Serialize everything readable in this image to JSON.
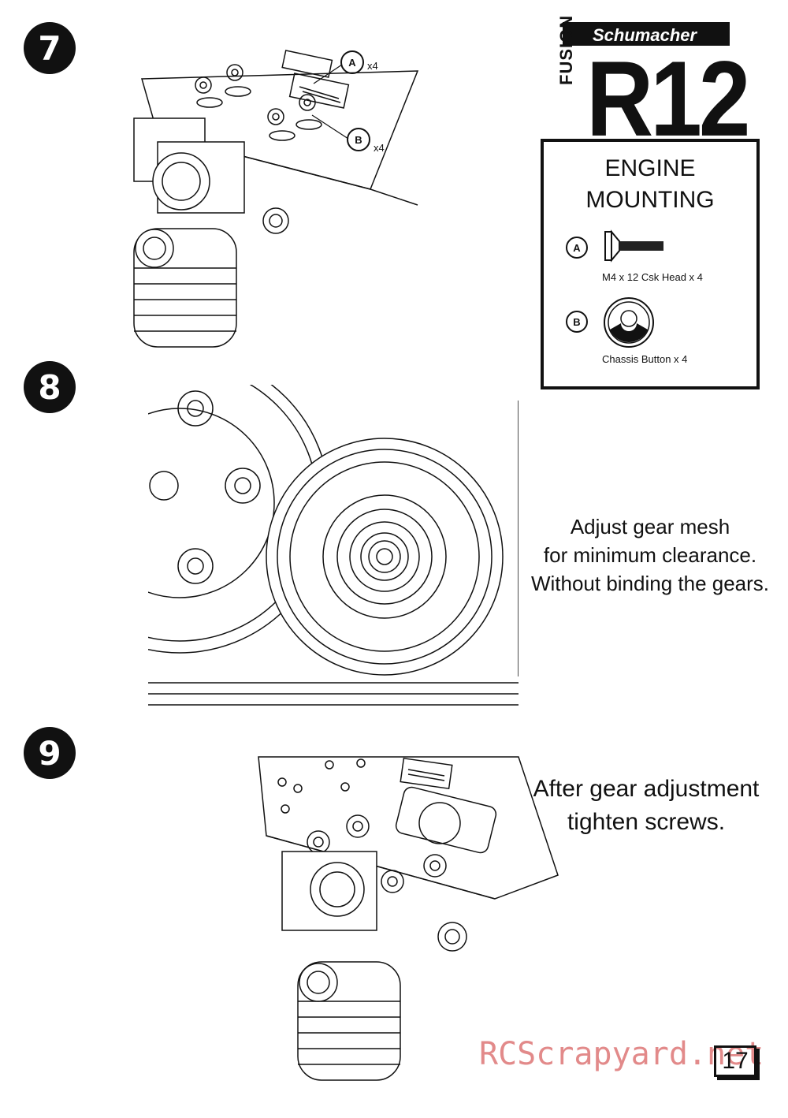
{
  "steps": [
    {
      "number": "7"
    },
    {
      "number": "8",
      "note": [
        "Adjust gear mesh",
        "for minimum clearance.",
        "Without binding the gears."
      ]
    },
    {
      "number": "9",
      "note": [
        "After gear adjustment",
        "tighten screws."
      ]
    }
  ],
  "brand": {
    "maker": "Schumacher",
    "series": "FUSION",
    "model": "R12"
  },
  "panel": {
    "title_lines": [
      "ENGINE",
      "MOUNTING"
    ],
    "parts": [
      {
        "letter": "A",
        "label": "M4 x 12 Csk Head x 4"
      },
      {
        "letter": "B",
        "label": "Chassis Button x 4"
      }
    ]
  },
  "callouts": [
    {
      "letter": "A",
      "qty": "x4"
    },
    {
      "letter": "B",
      "qty": "x4"
    }
  ],
  "watermark": "RCScrapyard.net",
  "page_number": "17"
}
